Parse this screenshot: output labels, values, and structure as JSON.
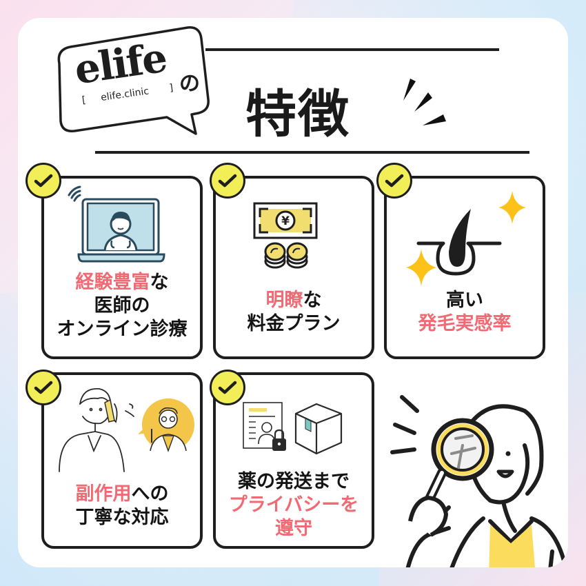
{
  "header": {
    "brand": "elife",
    "brand_suffix": "の",
    "domain": "elife.clinic",
    "bracket_open": "[",
    "bracket_close": "]",
    "title": "特徴"
  },
  "colors": {
    "accent_pink": "#f06a73",
    "check_yellow": "#f2ee57",
    "border": "#1e1e1e",
    "bg_pink": "#fbe0ee",
    "bg_blue": "#d3eaf8"
  },
  "features": [
    {
      "icon": "laptop-doctor-icon",
      "lines": [
        {
          "pink": "経験豊富",
          "black": "な"
        },
        {
          "pink": "",
          "black": "医師の"
        },
        {
          "pink": "",
          "black": "オンライン診療"
        }
      ]
    },
    {
      "icon": "money-yen-icon",
      "lines": [
        {
          "pink": "明瞭",
          "black": "な"
        },
        {
          "pink": "",
          "black": "料金プラン"
        }
      ]
    },
    {
      "icon": "hair-follicle-sparkle-icon",
      "lines": [
        {
          "pink": "",
          "black": "高い"
        },
        {
          "pink": "発毛実感率",
          "black": ""
        }
      ]
    },
    {
      "icon": "phone-consult-doctor-icon",
      "lines": [
        {
          "pink": "副作用",
          "black": "への"
        },
        {
          "pink": "",
          "black": "丁寧な対応"
        }
      ]
    },
    {
      "icon": "privacy-document-box-icon",
      "lines": [
        {
          "pink": "",
          "black": "薬の発送まで"
        },
        {
          "pink": "プライバシーを",
          "black": ""
        },
        {
          "pink": "遵守",
          "black": ""
        }
      ]
    }
  ],
  "illustration": "woman-magnifying-glass-icon"
}
